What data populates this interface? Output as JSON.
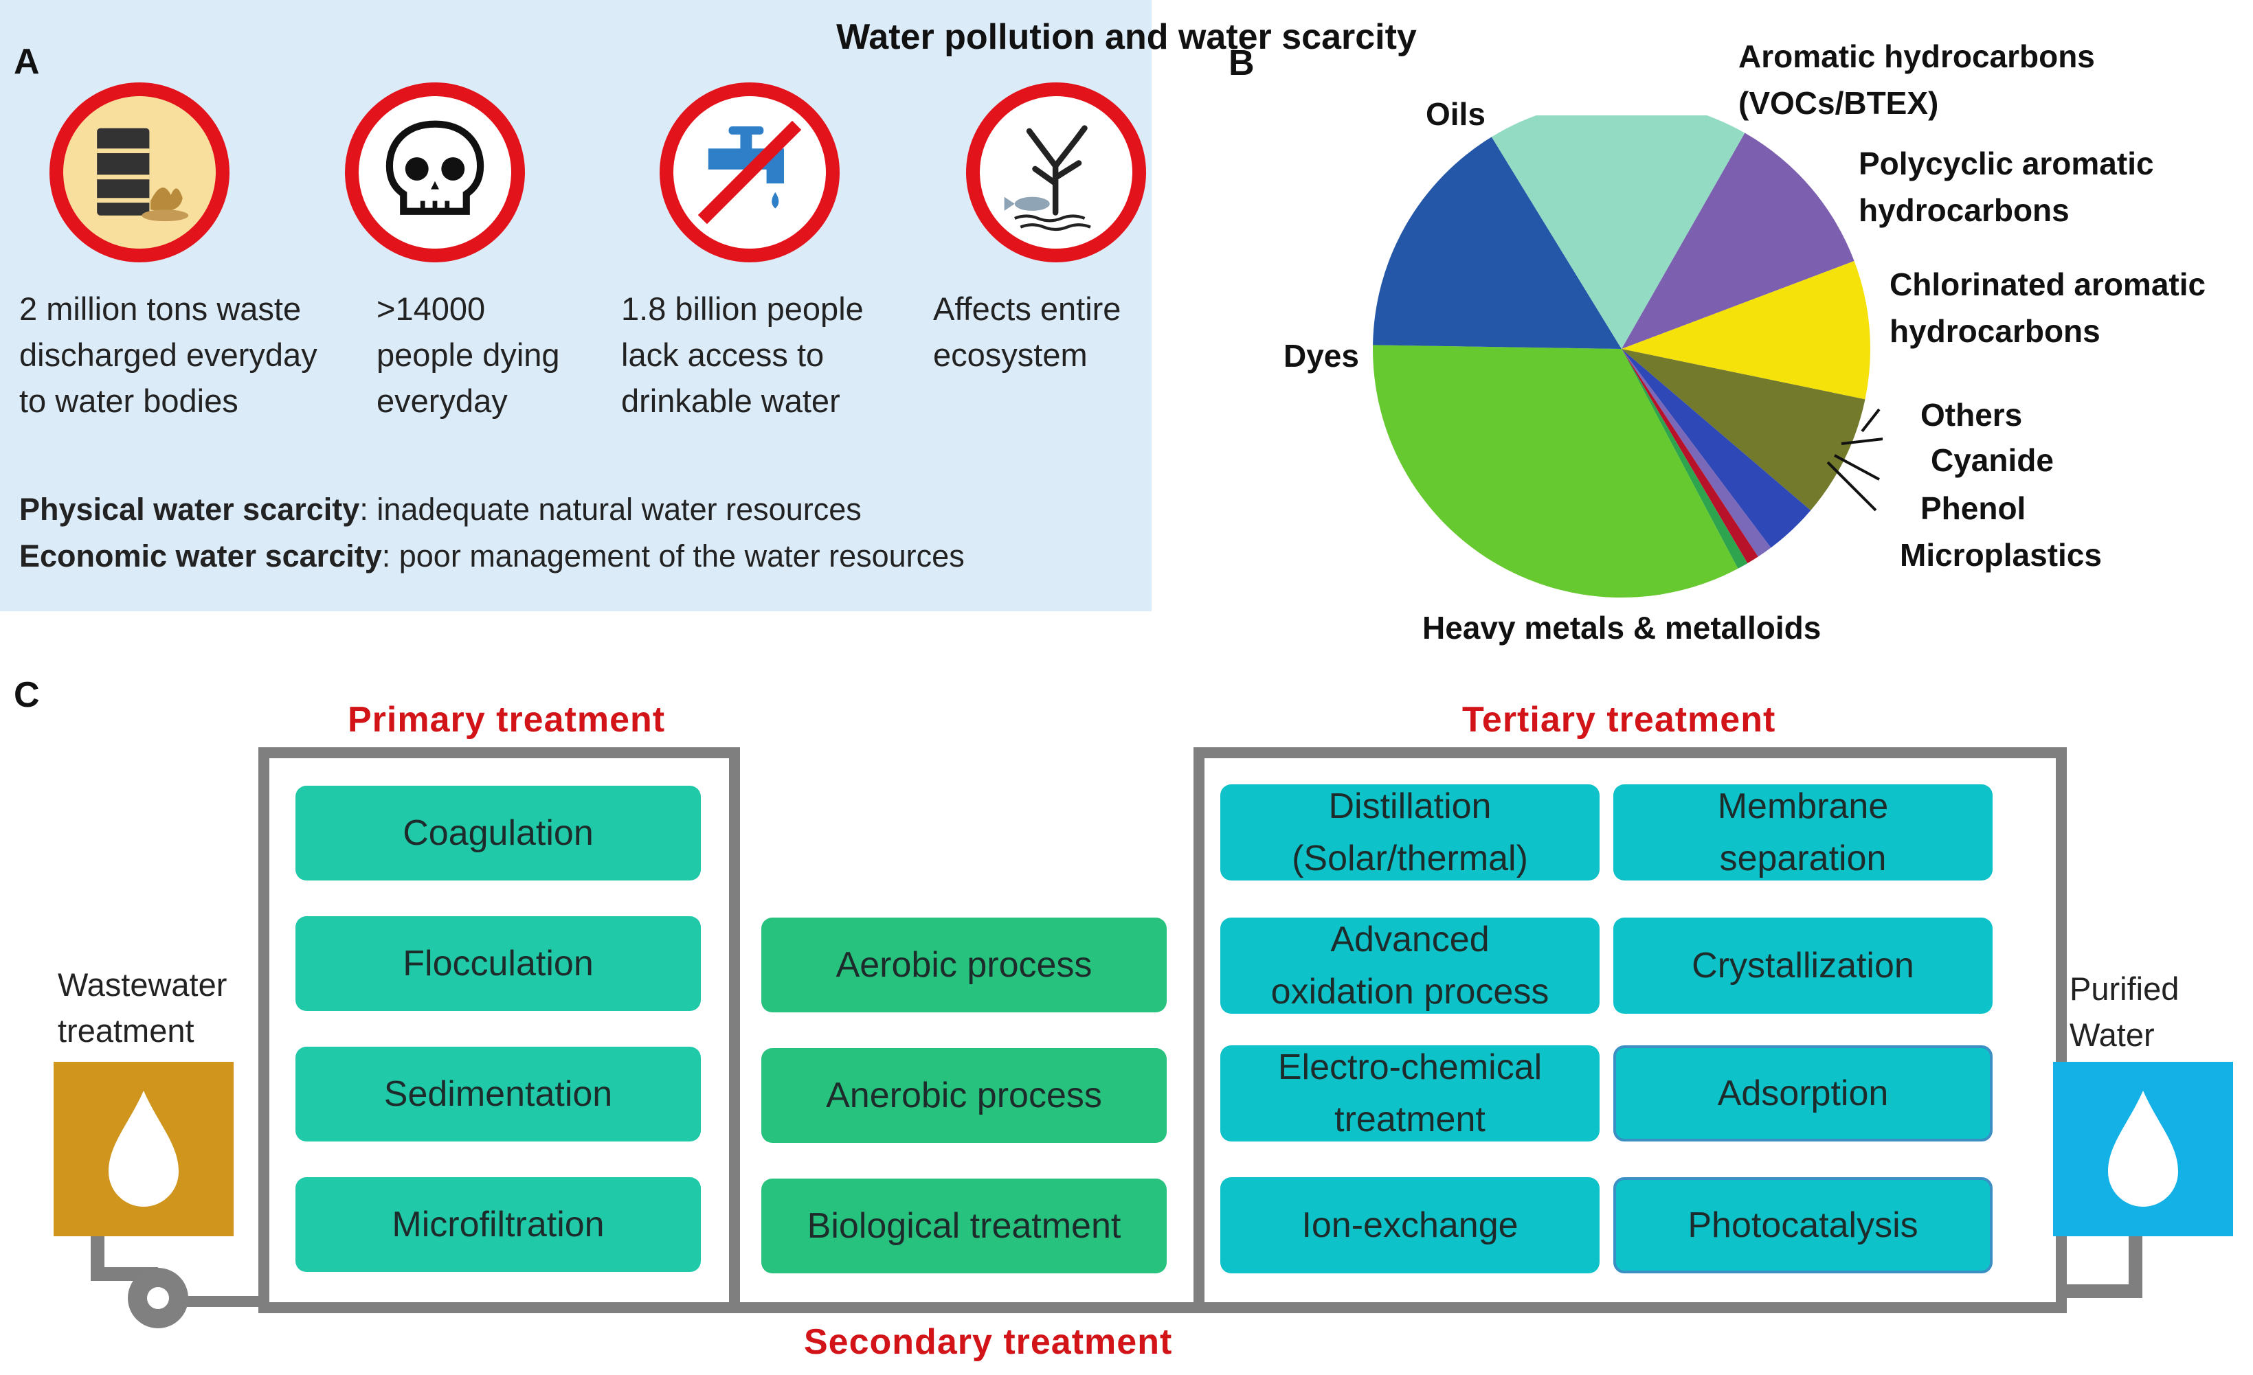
{
  "panel_a": {
    "letter": "A",
    "title": "Water pollution and water scarcity",
    "icons": [
      {
        "name": "waste-barrel-icon",
        "caption": "2 million tons waste\ndischarged everyday\nto water bodies"
      },
      {
        "name": "skull-icon",
        "caption": ">14000\npeople dying\neveryday"
      },
      {
        "name": "no-tap-water-icon",
        "caption": "1.8 billion people\nlack access to\ndrinkable water"
      },
      {
        "name": "dead-tree-fish-icon",
        "caption": "Affects entire\necosystem"
      }
    ],
    "definitions": [
      {
        "term": "Physical water scarcity",
        "text": ": inadequate natural water resources"
      },
      {
        "term": "Economic water scarcity",
        "text": ": poor management of the water resources"
      }
    ]
  },
  "panel_b": {
    "letter": "B"
  },
  "chart_data": {
    "type": "pie",
    "title": "",
    "series": [
      {
        "name": "Aromatic hydrocarbons (VOCs/BTEX)",
        "value": 11,
        "color": "#7c5fae"
      },
      {
        "name": "Polycyclic aromatic hydrocarbons",
        "value": 9,
        "color": "#f5e20a"
      },
      {
        "name": "Chlorinated aromatic hydrocarbons",
        "value": 8,
        "color": "#737a2b"
      },
      {
        "name": "Others",
        "value": 3.5,
        "color": "#2f48b8"
      },
      {
        "name": "Cyanide",
        "value": 1,
        "color": "#7a68b8"
      },
      {
        "name": "Phenol",
        "value": 0.8,
        "color": "#b8122a"
      },
      {
        "name": "Microplastics",
        "value": 0.7,
        "color": "#2ea44f"
      },
      {
        "name": "Heavy metals & metalloids",
        "value": 33,
        "color": "#66c92f"
      },
      {
        "name": "Dyes",
        "value": 16,
        "color": "#2457a8"
      },
      {
        "name": "Oils",
        "value": 17,
        "color": "#93dbc3"
      }
    ],
    "labels": [
      {
        "text": "Aromatic hydrocarbons\n(VOCs/BTEX)"
      },
      {
        "text": "Polycyclic aromatic\nhydrocarbons"
      },
      {
        "text": "Chlorinated aromatic\nhydrocarbons"
      },
      {
        "text": "Others"
      },
      {
        "text": "Cyanide"
      },
      {
        "text": "Phenol"
      },
      {
        "text": "Microplastics"
      },
      {
        "text": "Heavy metals & metalloids"
      },
      {
        "text": "Dyes"
      },
      {
        "text": "Oils"
      }
    ]
  },
  "panel_c": {
    "letter": "C",
    "input_label": "Wastewater\ntreatment",
    "output_label": "Purified\nWater",
    "primary": {
      "title": "Primary treatment",
      "steps": [
        "Coagulation",
        "Flocculation",
        "Sedimentation",
        "Microfiltration"
      ]
    },
    "secondary": {
      "title": "Secondary treatment",
      "steps": [
        "Aerobic process",
        "Anerobic process",
        "Biological treatment"
      ]
    },
    "tertiary": {
      "title": "Tertiary treatment",
      "steps": [
        "Distillation\n(Solar/thermal)",
        "Membrane\nseparation",
        "Advanced\noxidation process",
        "Crystallization",
        "Electro-chemical\ntreatment",
        "Adsorption",
        "Ion-exchange",
        "Photocatalysis"
      ]
    },
    "colors": {
      "input_tank": "#cf951d",
      "output_tank": "#14b1e7",
      "pipe": "#7f7f7f"
    }
  }
}
